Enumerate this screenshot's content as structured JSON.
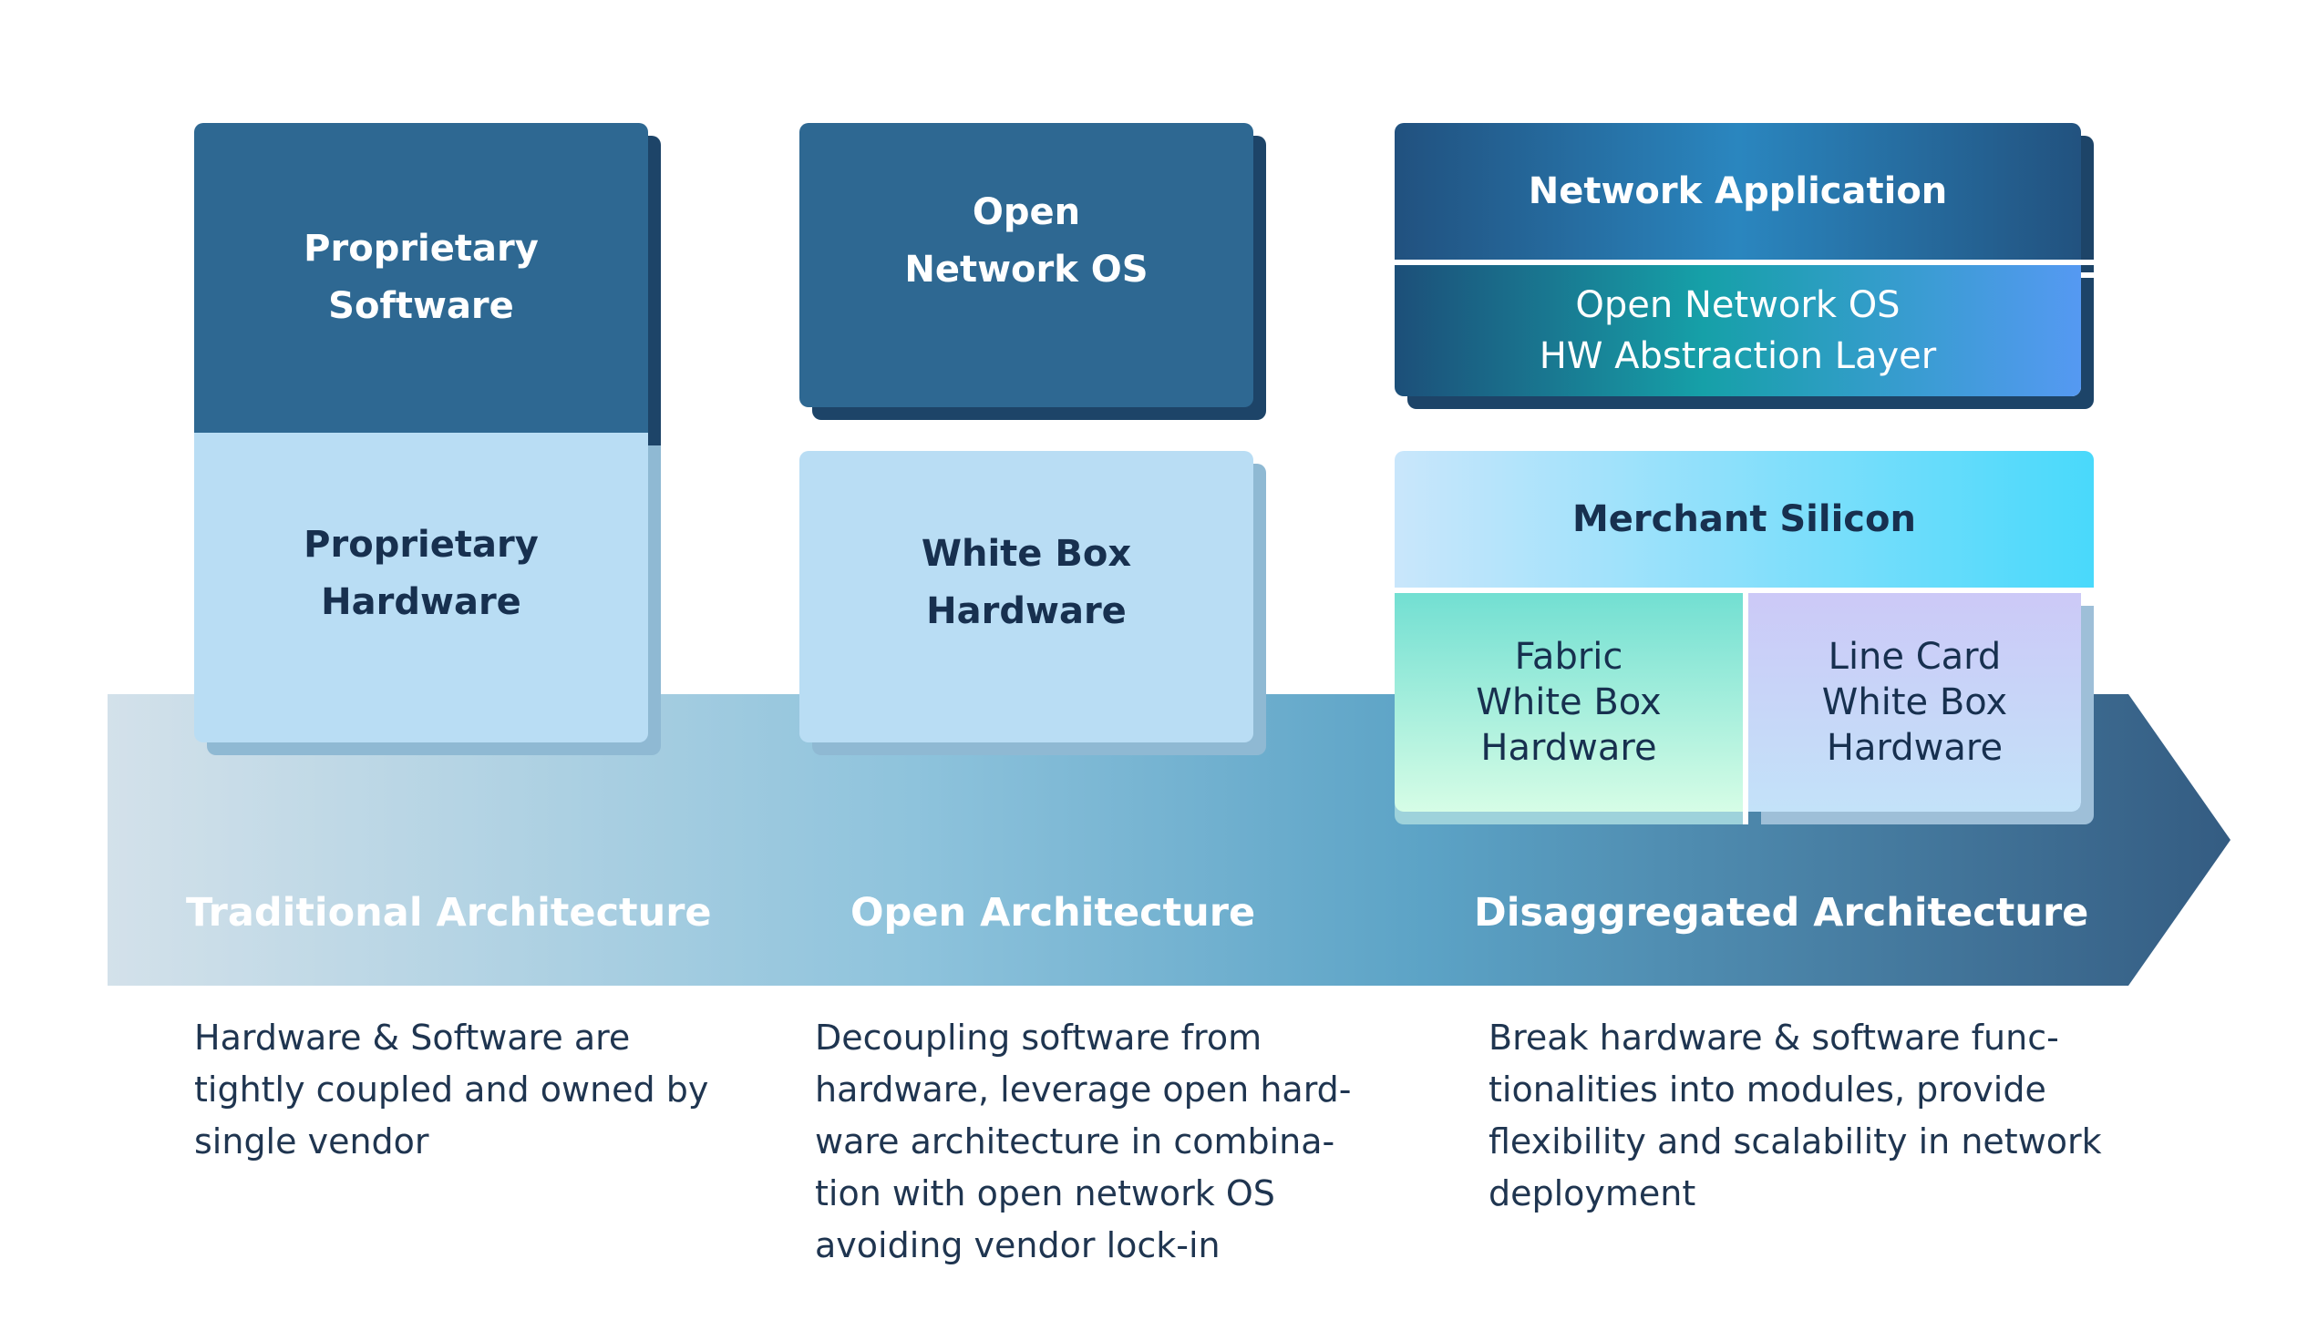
{
  "colors": {
    "dark_block": "#2e6892",
    "light_block": "#b9ddf4",
    "dark_text": "#17304f",
    "arrow_start": "#d3e1ea",
    "arrow_end": "#345c82"
  },
  "stages": [
    {
      "label": "Traditional Architecture",
      "description": "Hardware & Software are\ntightly coupled  and owned by\nsingle vendor",
      "blocks": {
        "software": "Proprietary\nSoftware",
        "hardware": "Proprietary\nHardware"
      }
    },
    {
      "label": "Open Architecture",
      "description": "Decoupling software from\nhardware, leverage open hard-\nware architecture in combina-\ntion with open network OS\navoiding vendor lock-in",
      "blocks": {
        "software": "Open\nNetwork OS",
        "hardware": "White Box\nHardware"
      }
    },
    {
      "label": "Disaggregated Architecture",
      "description": "Break hardware & software func-\ntionalities into modules, provide\nflexibility and scalability in network\ndeployment",
      "blocks": {
        "application": "Network Application",
        "os_layer": "Open Network OS\nHW Abstraction Layer",
        "silicon": "Merchant Silicon",
        "fabric": "Fabric\nWhite Box\nHardware",
        "line_card": "Line Card\nWhite Box\nHardware"
      }
    }
  ]
}
